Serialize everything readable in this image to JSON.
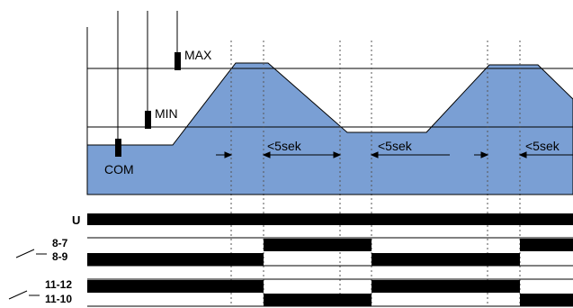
{
  "electrodes": {
    "max": "MAX",
    "min": "MIN",
    "com": "COM"
  },
  "delays": [
    "<5sek",
    "<5sek",
    "<5sek"
  ],
  "rows": {
    "u": "U",
    "r87": "8-7",
    "r89": "8-9",
    "r1112": "11-12",
    "r1110": "11-10"
  },
  "colors": {
    "liquid": "#7a9fd4",
    "bar": "#000000",
    "guide": "#555555"
  }
}
